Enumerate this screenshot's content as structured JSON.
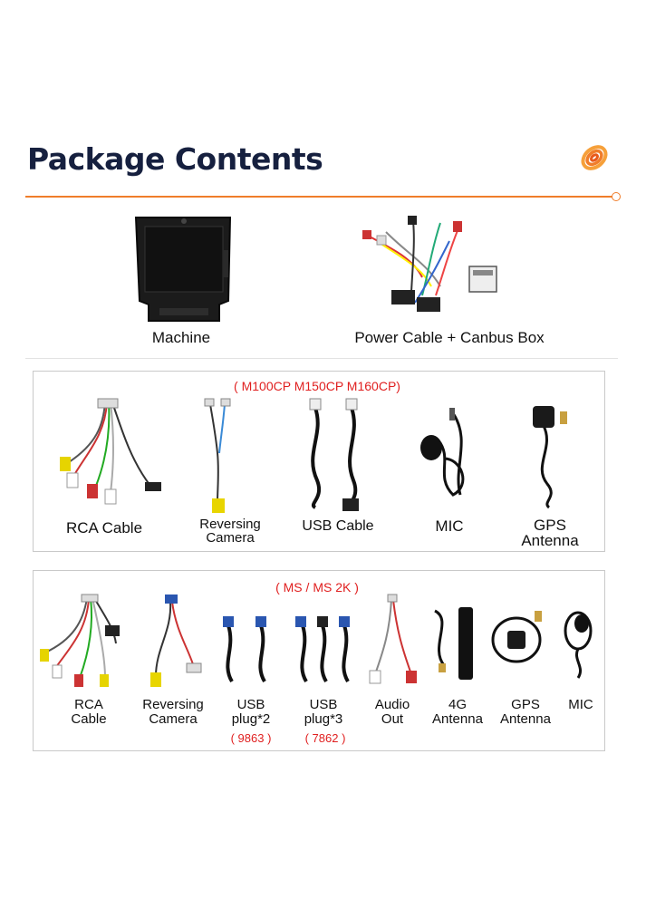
{
  "header": {
    "title": "Package Contents"
  },
  "top_items": [
    {
      "label": "Machine"
    },
    {
      "label": "Power Cable + Canbus Box"
    }
  ],
  "section1": {
    "models": "( M100CP M150CP M160CP)",
    "items": [
      {
        "label": "RCA Cable"
      },
      {
        "label_line1": "Reversing",
        "label_line2": "Camera"
      },
      {
        "label": "USB Cable"
      },
      {
        "label": "MIC"
      },
      {
        "label_line1": "GPS",
        "label_line2": "Antenna"
      }
    ]
  },
  "section2": {
    "models": "( MS / MS 2K )",
    "items": [
      {
        "label_line1": "RCA",
        "label_line2": "Cable"
      },
      {
        "label_line1": "Reversing",
        "label_line2": "Camera"
      },
      {
        "label_line1": "USB",
        "label_line2": "plug*2",
        "code": "( 9863 )"
      },
      {
        "label_line1": "USB",
        "label_line2": "plug*3",
        "code": "( 7862 )"
      },
      {
        "label_line1": "Audio",
        "label_line2": "Out"
      },
      {
        "label_line1": "4G",
        "label_line2": "Antenna"
      },
      {
        "label_line1": "GPS",
        "label_line2": "Antenna"
      },
      {
        "label": "MIC"
      }
    ]
  },
  "colors": {
    "title": "#16203f",
    "accent": "#f07d2a",
    "model_text": "#e02020"
  }
}
